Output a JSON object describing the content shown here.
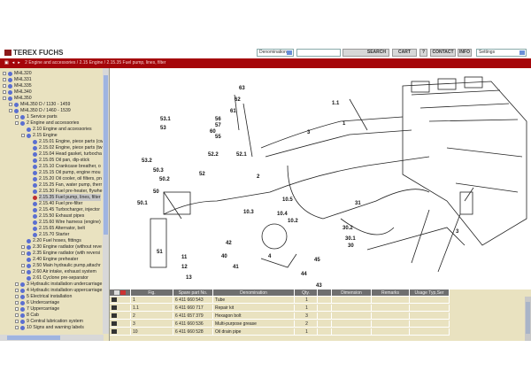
{
  "header": {
    "brand": "TEREX FUCHS",
    "search_field": "Denomination",
    "search_value": "",
    "search_label": "SEARCH",
    "cart_label": "CART",
    "help_label": "?",
    "contact_label": "CONTACT",
    "info_label": "INFO",
    "settings_select": "Settings"
  },
  "breadcrumb": "2 Engine and accessories / 2.15 Engine / 2.15.35 Fuel pump, lines, filter",
  "tree": [
    {
      "label": "MHL320",
      "lvl": 0,
      "pm": true
    },
    {
      "label": "MHL331",
      "lvl": 0,
      "pm": true
    },
    {
      "label": "MHL335",
      "lvl": 0,
      "pm": true
    },
    {
      "label": "MHL340",
      "lvl": 0,
      "pm": true
    },
    {
      "label": "MHL350",
      "lvl": 0,
      "pm": true
    },
    {
      "label": "MHL350 D / 1130 - 1459",
      "lvl": 1,
      "pm": true
    },
    {
      "label": "MHL350 D / 1460 - 1539",
      "lvl": 1,
      "pm": true
    },
    {
      "label": "1 Service parts",
      "lvl": 2,
      "pm": true
    },
    {
      "label": "2 Engine and accessories",
      "lvl": 2,
      "pm": true
    },
    {
      "label": "2.10 Engine and accessories",
      "lvl": 3,
      "pm": false
    },
    {
      "label": "2.15 Engine",
      "lvl": 3,
      "pm": true
    },
    {
      "label": "2.15.01 Engine, piece parts (cw",
      "lvl": 4
    },
    {
      "label": "2.15.02 Engine, piece parts (tw",
      "lvl": 4
    },
    {
      "label": "2.15.04 Head gasket, turbocha",
      "lvl": 4
    },
    {
      "label": "2.15.05 Oil pan, dip-stick",
      "lvl": 4
    },
    {
      "label": "2.15.10 Crankcase breather, o",
      "lvl": 4
    },
    {
      "label": "2.15.15 Oil pump, engine mou",
      "lvl": 4
    },
    {
      "label": "2.15.20 Oil cooler, oil filters, pn",
      "lvl": 4
    },
    {
      "label": "2.15.25 Fan, water pump, therr",
      "lvl": 4
    },
    {
      "label": "2.15.30 Fuel pre-heater, flywhe",
      "lvl": 4
    },
    {
      "label": "2.15.35 Fuel pump, lines, filter",
      "lvl": 4,
      "sel": true
    },
    {
      "label": "2.15.40 Fuel pre-filter",
      "lvl": 4
    },
    {
      "label": "2.15.45 Turbocharger, injector",
      "lvl": 4
    },
    {
      "label": "2.15.50 Exhaust pipes",
      "lvl": 4
    },
    {
      "label": "2.15.60 Wire harness (engine)",
      "lvl": 4
    },
    {
      "label": "2.15.65 Alternator, belt",
      "lvl": 4
    },
    {
      "label": "2.15.70 Starter",
      "lvl": 4
    },
    {
      "label": "2.20 Fuel hoses, fittings",
      "lvl": 3
    },
    {
      "label": "2.30 Engine radiator (without reve",
      "lvl": 3,
      "pm": true
    },
    {
      "label": "2.35 Engine radiator (with reversi",
      "lvl": 3,
      "pm": true
    },
    {
      "label": "2.40 Engine preheater",
      "lvl": 3
    },
    {
      "label": "2.50 Main hydraulic pump,attachr",
      "lvl": 3,
      "pm": true
    },
    {
      "label": "2.60 Air intake, exhaust system",
      "lvl": 3,
      "pm": true
    },
    {
      "label": "2.61 Cyclone pre-separator",
      "lvl": 3
    },
    {
      "label": "3 Hydraulic installation undercarriage",
      "lvl": 2,
      "pm": true
    },
    {
      "label": "4 Hydraulic installation uppercarriage",
      "lvl": 2,
      "pm": true
    },
    {
      "label": "5 Electrical installation",
      "lvl": 2,
      "pm": true
    },
    {
      "label": "6 Undercarriage",
      "lvl": 2,
      "pm": true
    },
    {
      "label": "7 Uppercarriage",
      "lvl": 2,
      "pm": true
    },
    {
      "label": "8 Cab",
      "lvl": 2,
      "pm": true
    },
    {
      "label": "9 Central lubrication system",
      "lvl": 2,
      "pm": true
    },
    {
      "label": "10 Signs and warning labels",
      "lvl": 2,
      "pm": true
    }
  ],
  "diagram_labels": [
    "63",
    "62",
    "61",
    "56",
    "57",
    "55",
    "60",
    "53.1",
    "53",
    "52.2",
    "52.1",
    "53.2",
    "50.3",
    "50.2",
    "52",
    "50",
    "50.1",
    "2",
    "1.1",
    "3",
    "1",
    "10.5",
    "10.4",
    "10.3",
    "51",
    "42",
    "40",
    "41",
    "10.2",
    "4",
    "31",
    "30.2",
    "30.1",
    "30",
    "12",
    "11",
    "13",
    "43",
    "45",
    "44",
    "3"
  ],
  "table": {
    "headers": [
      "Fig.",
      "Spare part No.",
      "Denomination",
      "Qty.",
      "",
      "Dimension",
      "Remarks",
      "Usage Typ,Ser"
    ],
    "rows": [
      [
        "1",
        "6 411 660 543",
        "Tube",
        "1",
        "",
        "",
        "",
        ""
      ],
      [
        "1.1",
        "6 411 660 717",
        "Repair kit",
        "1",
        "",
        "",
        "",
        ""
      ],
      [
        "2",
        "6 411 657 379",
        "Hexagon bolt",
        "3",
        "",
        "",
        "",
        ""
      ],
      [
        "3",
        "6 411 660 536",
        "Multi-purpose grease",
        "2",
        "",
        "",
        "",
        ""
      ],
      [
        "10",
        "6 411 660 528",
        "Oil drain pipe",
        "1",
        "",
        "",
        "",
        ""
      ]
    ]
  }
}
